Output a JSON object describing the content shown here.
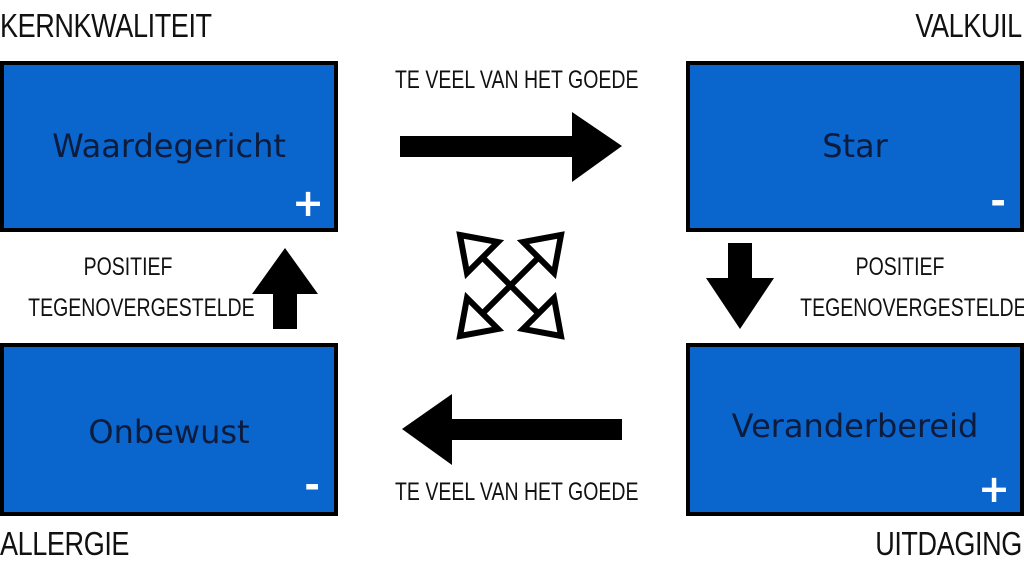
{
  "corners": {
    "top_left": "KERNKWALITEIT",
    "top_right": "VALKUIL",
    "bottom_left": "ALLERGIE",
    "bottom_right": "UITDAGING"
  },
  "boxes": {
    "top_left": {
      "label": "Waardegericht",
      "sign": "+"
    },
    "top_right": {
      "label": "Star",
      "sign": "-"
    },
    "bottom_left": {
      "label": "Onbewust",
      "sign": "-"
    },
    "bottom_right": {
      "label": "Veranderbereid",
      "sign": "+"
    }
  },
  "captions": {
    "top": "TE VEEL VAN HET GOEDE",
    "bottom": "TE VEEL VAN HET GOEDE",
    "left": [
      "POSITIEF",
      "TEGENOVERGESTELDE"
    ],
    "right": [
      "POSITIEF",
      "TEGENOVERGESTELDE"
    ]
  },
  "colors": {
    "box_fill": "#0a66cc",
    "box_border": "#000000",
    "label_text": "#0d1b3d",
    "sign_text": "#ffffff",
    "arrow": "#000000"
  }
}
